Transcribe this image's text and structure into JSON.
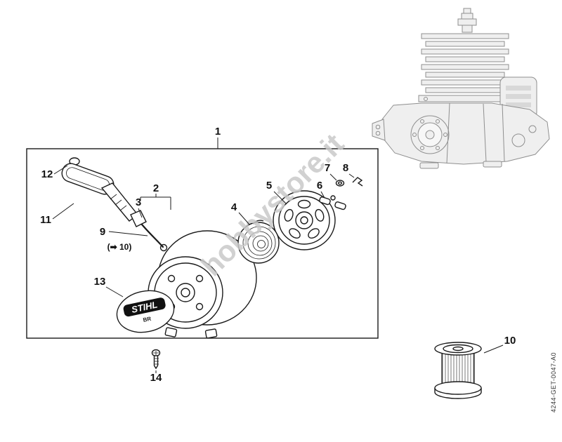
{
  "watermark": {
    "text": "hobbystore.it",
    "color": "#c9c9c9"
  },
  "doc_code": "4244-GET-0047-A0",
  "callouts": {
    "n1": "1",
    "n2": "2",
    "n3": "3",
    "n4": "4",
    "n5": "5",
    "n6": "6",
    "n7": "7",
    "n8": "8",
    "n9": "9",
    "n9_ref": "(➡ 10)",
    "n10": "10",
    "n11": "11",
    "n12": "12",
    "n13": "13",
    "n14": "14"
  },
  "part_labels": {
    "brand": "STIHL",
    "model": "BR"
  },
  "colors": {
    "line": "#1a1a1a",
    "engine_line": "#8f8f8f",
    "watermark": "#c9c9c9"
  }
}
